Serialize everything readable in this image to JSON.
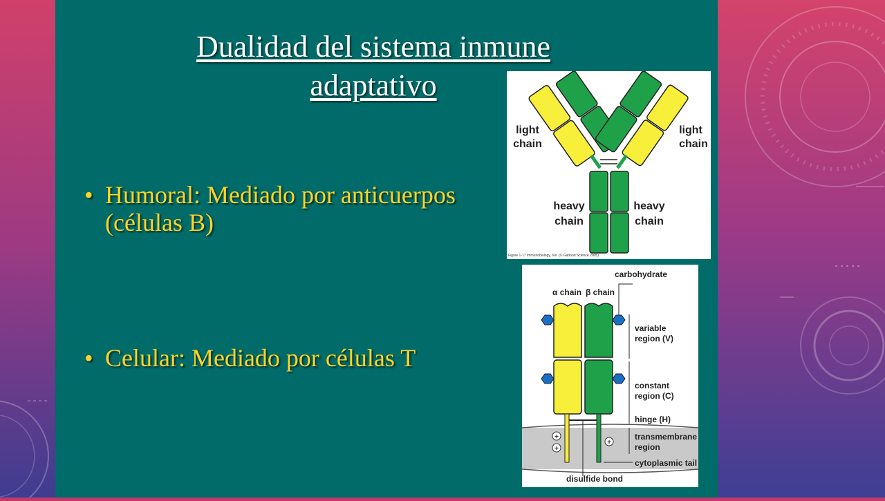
{
  "slide": {
    "title": "Dualidad del sistema inmune adaptativo",
    "bullets": [
      {
        "text": "Humoral: Mediado por anticuerpos (células B)"
      },
      {
        "text": "Celular: Mediado por células T"
      }
    ],
    "colors": {
      "panel": "#006b68",
      "bullet_text": "#ffd426",
      "title_text": "#ffffff",
      "yellow_chain": "#f7ef3a",
      "green_chain": "#1fa14a"
    }
  },
  "antibody_figure": {
    "light_chain_label_line1": "light",
    "light_chain_label_line2": "chain",
    "heavy_chain_label_line1": "heavy",
    "heavy_chain_label_line2": "chain",
    "caption": "Figure 1-17 Immunobiology, 6/e. (© Garland Science 2005)"
  },
  "tcr_figure": {
    "carbohydrate": "carbohydrate",
    "alpha_chain": "α chain",
    "beta_chain": "β chain",
    "variable_region_line1": "variable",
    "variable_region_line2": "region (V)",
    "constant_region_line1": "constant",
    "constant_region_line2": "region (C)",
    "hinge": "hinge (H)",
    "transmembrane_line1": "transmembrane",
    "transmembrane_line2": "region",
    "cytoplasmic_tail": "cytoplasmic tail",
    "disulfide_bond": "disulfide bond"
  }
}
